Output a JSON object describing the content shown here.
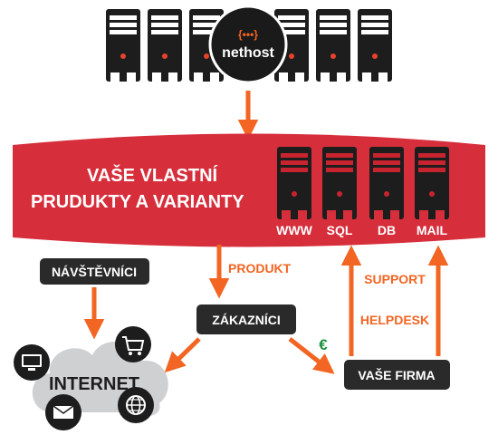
{
  "brand": {
    "logo_glyph": "{•••}",
    "name": "nethost"
  },
  "banner": {
    "title_line1": "VAŠE VLASTNÍ",
    "title_line2": "PRUDUKTY A VARIANTY",
    "servers": [
      "WWW",
      "SQL",
      "DB",
      "MAIL"
    ]
  },
  "nodes": {
    "visitors": "NÁVŠTĚVNÍCI",
    "customers": "ZÁKAZNÍCI",
    "company": "VAŠE FIRMA",
    "internet": "INTERNET"
  },
  "arrow_labels": {
    "product": "PRODUKT",
    "support": "SUPPORT",
    "helpdesk": "HELPDESK",
    "payment": "€"
  },
  "icons": [
    "monitor-icon",
    "shopping-cart-icon",
    "envelope-icon",
    "globe-icon"
  ],
  "colors": {
    "banner_red": "#d62e3b",
    "arrow_orange": "#f26522",
    "box_dark": "#2a2a2a",
    "server_red": "#c8242f",
    "euro_green": "#1a8f3c",
    "cloud_gray": "#cfd0d2"
  }
}
